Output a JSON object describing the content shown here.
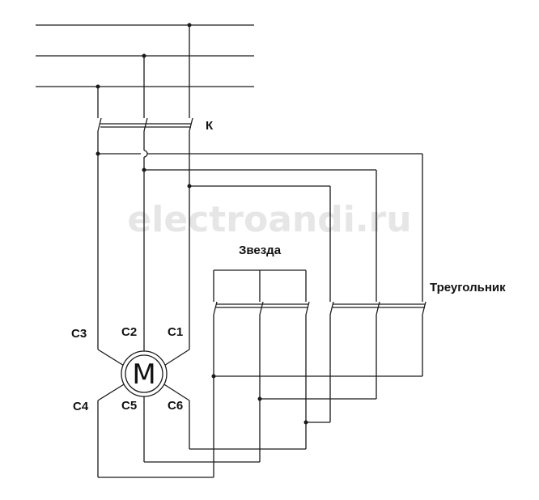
{
  "watermark": "electroandi.ru",
  "labels": {
    "contactor": "К",
    "star": "Звезда",
    "delta": "Треугольник",
    "motor": "M",
    "c1": "C1",
    "c2": "C2",
    "c3": "C3",
    "c4": "C4",
    "c5": "C5",
    "c6": "C6"
  },
  "colors": {
    "line": "#1a1a1a",
    "watermark": "#e6e6e6"
  }
}
